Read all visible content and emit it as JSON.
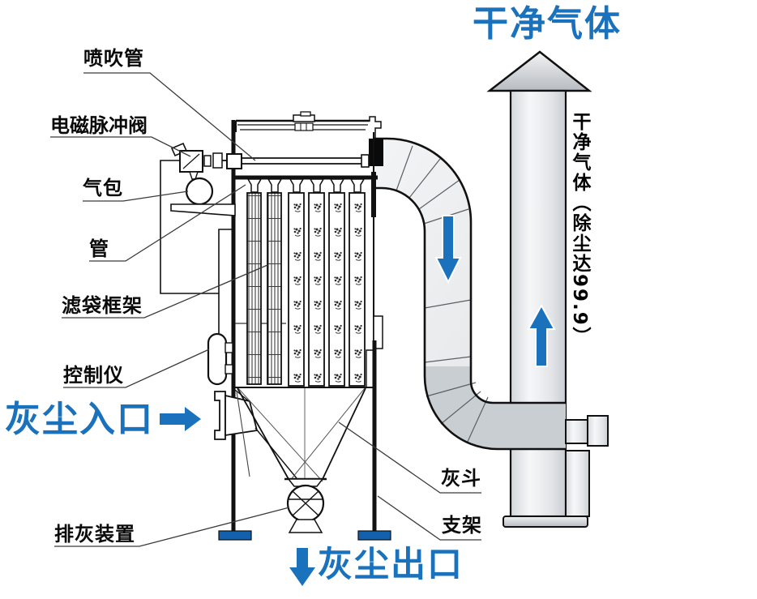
{
  "labels": {
    "clean_gas_top": "干净气体",
    "clean_gas_side": "干净气体（除尘达99.9）",
    "dust_inlet": "灰尘入口",
    "dust_outlet": "灰尘出口",
    "blow_pipe": "喷吹管",
    "pulse_valve": "电磁脉冲阀",
    "air_bag": "气包",
    "pipe": "管",
    "filter_bag_cage": "滤袋框架",
    "controller": "控制仪",
    "ash_discharge_device": "排灰装置",
    "ash_hopper": "灰斗",
    "support_frame": "支架"
  },
  "diagram": {
    "filter_bag_count": 6,
    "flow_arrows": [
      "inlet-right",
      "downcomer-down",
      "stack-up",
      "outlet-down"
    ]
  },
  "colors": {
    "accent_blue": "#1b72bc",
    "foot_blue": "#1560aa",
    "line_black": "#111111",
    "duct_light": "#eef0f2",
    "duct_shadow": "#c9ced3"
  }
}
